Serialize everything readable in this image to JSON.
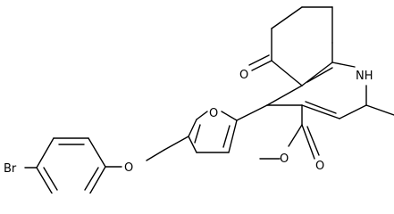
{
  "molecule": {
    "atoms": {
      "br": "Br",
      "o_ether": "O",
      "o_furan": "O",
      "o_ketone": "O",
      "nh": "NH",
      "o_carbonyl": "O",
      "o_ester": "O"
    }
  }
}
